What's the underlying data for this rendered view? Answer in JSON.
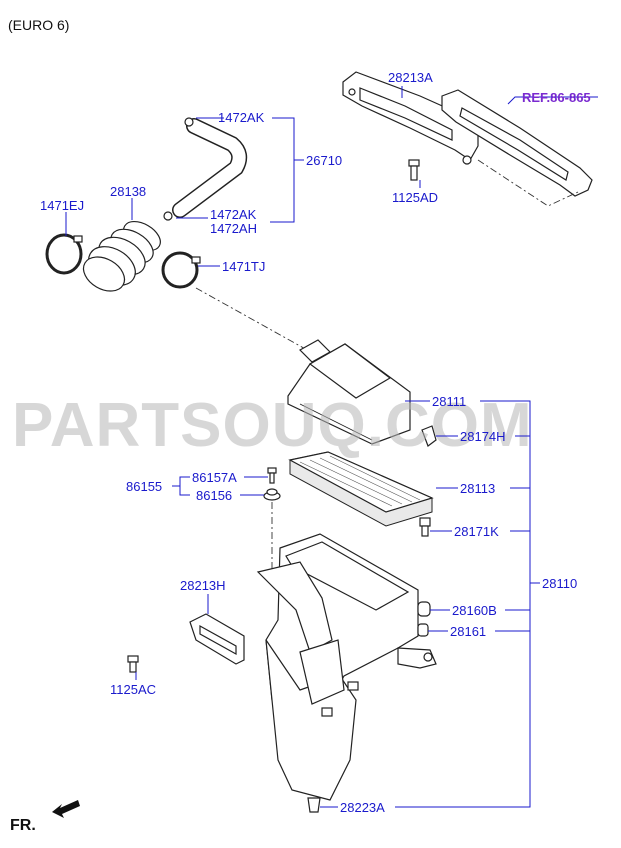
{
  "header": {
    "variant": "(EURO 6)"
  },
  "watermark": {
    "text": "PARTSOUQ.COM"
  },
  "footer": {
    "direction_label": "FR."
  },
  "reference": {
    "label": "REF.86-865"
  },
  "labels": {
    "p28213A": "28213A",
    "p1472AK": "1472AK",
    "p26710": "26710",
    "p1125AD": "1125AD",
    "p1471EJ": "1471EJ",
    "p28138": "28138",
    "p1472AK_2": "1472AK",
    "p1472AH": "1472AH",
    "p1471TJ": "1471TJ",
    "p28111": "28111",
    "p28174H": "28174H",
    "p86155": "86155",
    "p86157A": "86157A",
    "p86156": "86156",
    "p28113": "28113",
    "p28171K": "28171K",
    "p28213H": "28213H",
    "p28110": "28110",
    "p28160B": "28160B",
    "p28161": "28161",
    "p1125AC": "1125AC",
    "p28223A": "28223A"
  },
  "colors": {
    "label": "#1a1acc",
    "reference": "#7a2ad0",
    "watermark": "#b8b8b8"
  }
}
